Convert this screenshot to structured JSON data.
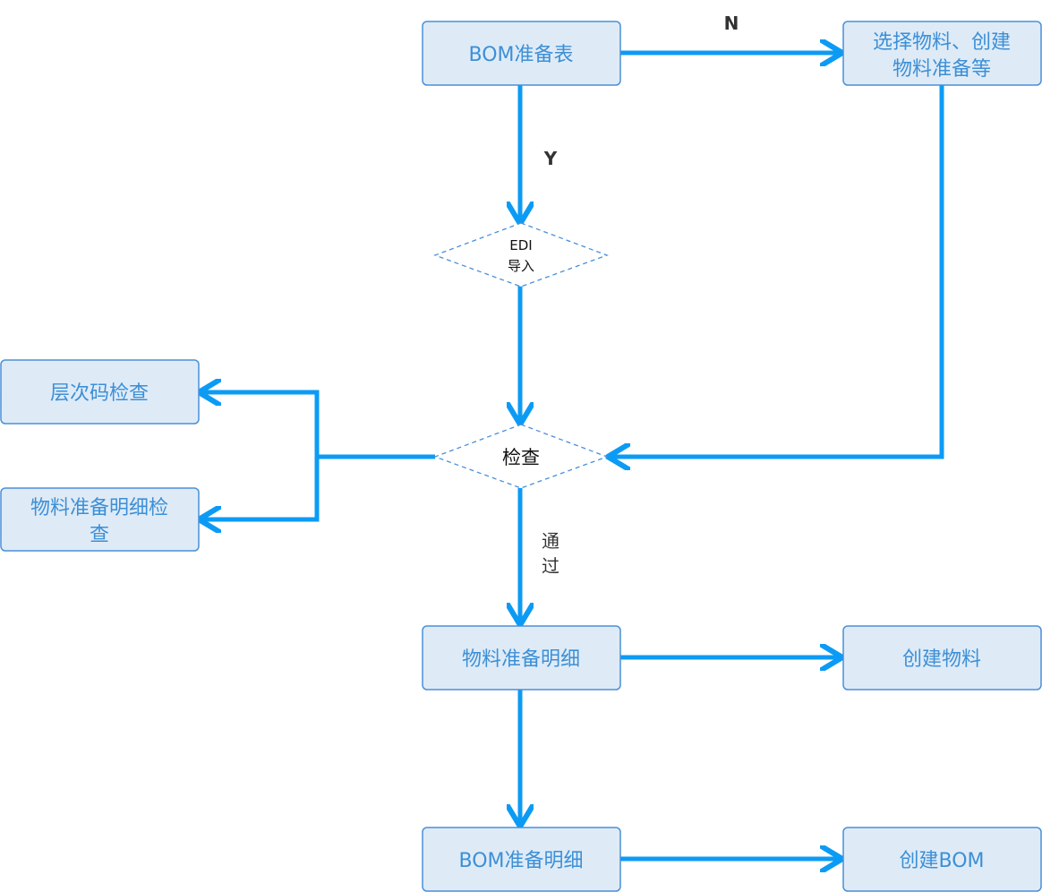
{
  "colors": {
    "box_fill": "#deebf7",
    "box_stroke": "#4a90d9",
    "box_text": "#3d8fd6",
    "edge": "#0c9bf4",
    "decision_stroke": "#4a90d9",
    "decision_text": "#111111",
    "label_text": "#333333"
  },
  "nodes": {
    "bom_prep_table": {
      "label": "BOM准备表"
    },
    "select_material": {
      "line1": "选择物料、创建",
      "line2": "物料准备等"
    },
    "edi_import": {
      "line1": "EDI",
      "line2": "导入"
    },
    "check": {
      "label": "检查"
    },
    "level_code_check": {
      "label": "层次码检查"
    },
    "material_prep_detail_check": {
      "line1": "物料准备明细检",
      "line2": "查"
    },
    "material_prep_detail": {
      "label": "物料准备明细"
    },
    "create_material": {
      "label": "创建物料"
    },
    "bom_prep_detail": {
      "label": "BOM准备明细"
    },
    "create_bom": {
      "label": "创建BOM"
    }
  },
  "edge_labels": {
    "no": "N",
    "yes": "Y",
    "pass_line1": "通",
    "pass_line2": "过"
  }
}
